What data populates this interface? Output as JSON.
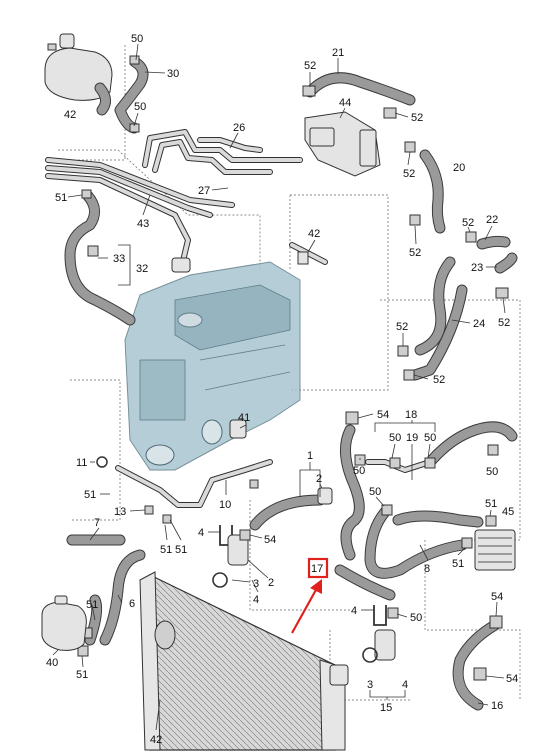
{
  "labels": {
    "l50a": "50",
    "l30": "30",
    "l42a": "42",
    "l50b": "50",
    "l26": "26",
    "l21": "21",
    "l52a": "52",
    "l44": "44",
    "l52b": "52",
    "l52c": "52",
    "l20": "20",
    "l27": "27",
    "l51a": "51",
    "l43": "43",
    "l52d": "52",
    "l22": "22",
    "l52e": "52",
    "l42b": "42",
    "l33": "33",
    "l32": "32",
    "l23": "23",
    "l52f": "52",
    "l24": "24",
    "l52g": "52",
    "l52h": "52",
    "l54a": "54",
    "l18": "18",
    "l41": "41",
    "l50c": "50",
    "l19": "19",
    "l50d": "50",
    "l11": "11",
    "l1": "1",
    "l50e": "50",
    "l50f": "50",
    "l51b": "51",
    "l10": "10",
    "l13": "13",
    "l2": "2",
    "l50g": "50",
    "l51c": "51",
    "l45": "45",
    "l7": "7",
    "l4a": "4",
    "l54b": "54",
    "l51d": "51",
    "l51e": "51",
    "l17": "17",
    "l8": "8",
    "l51f": "51",
    "l3a": "3",
    "l2b": "2",
    "l4b": "4",
    "l51g": "51",
    "l6": "6",
    "l4c": "4",
    "l50h": "50",
    "l54c": "54",
    "l40": "40",
    "l51h": "51",
    "l3b": "3",
    "l4d": "4",
    "l54d": "54",
    "l15": "15",
    "l16": "16",
    "l42c": "42"
  },
  "highlight": {
    "label_ref": "l17",
    "color": "#e0221f"
  },
  "colors": {
    "hose": "#9a9a9a",
    "engine_tint": "#a9c5cf",
    "leader_line": "#333333",
    "highlight": "#e0221f"
  }
}
